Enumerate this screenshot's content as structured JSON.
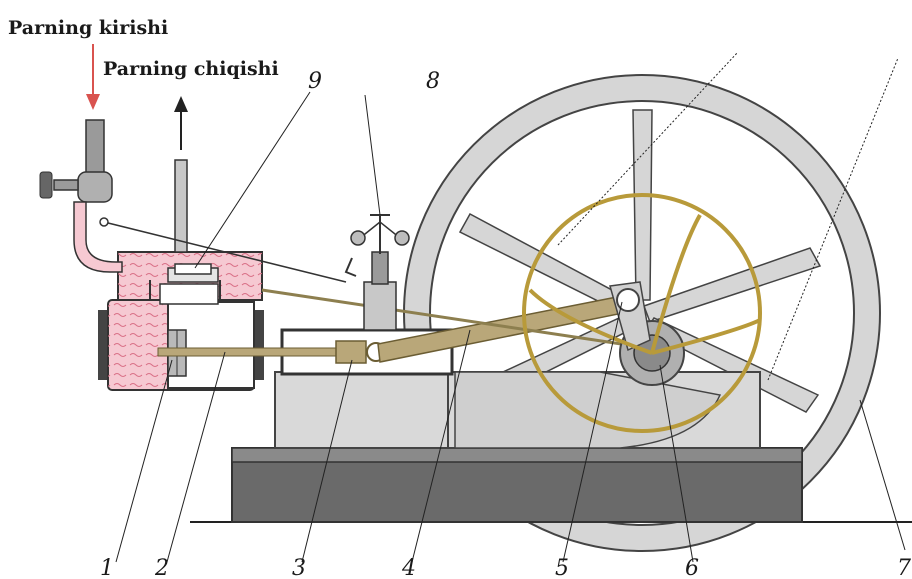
{
  "labels": {
    "steam_in": "Parning kirishi",
    "steam_out": "Parning chiqishi"
  },
  "numbers": {
    "n1": "1",
    "n2": "2",
    "n3": "3",
    "n4": "4",
    "n5": "5",
    "n6": "6",
    "n7": "7",
    "n8": "8",
    "n9": "9"
  },
  "colors": {
    "steam_arrow": "#d9534f",
    "steam_fill": "#f6c9d2",
    "metal_light": "#d9d9d9",
    "metal_dark": "#6a6a6a",
    "brass": "#b89a3a",
    "rod": "#b9a779"
  }
}
